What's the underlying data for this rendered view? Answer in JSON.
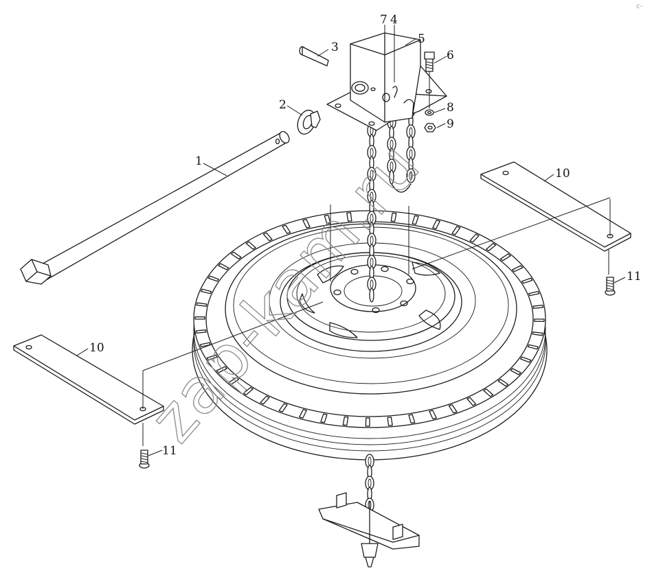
{
  "diagram": {
    "callouts": [
      {
        "id": "1",
        "label": "1"
      },
      {
        "id": "2",
        "label": "2"
      },
      {
        "id": "3",
        "label": "3"
      },
      {
        "id": "4",
        "label": "4"
      },
      {
        "id": "5",
        "label": "5"
      },
      {
        "id": "6",
        "label": "6"
      },
      {
        "id": "7",
        "label": "7"
      },
      {
        "id": "8",
        "label": "8"
      },
      {
        "id": "9",
        "label": "9"
      },
      {
        "id": "10a",
        "label": "10"
      },
      {
        "id": "10b",
        "label": "10"
      },
      {
        "id": "11a",
        "label": "11"
      },
      {
        "id": "11b",
        "label": "11"
      }
    ],
    "watermark": "zap-kam.ru",
    "corner_mark": "c-"
  },
  "colors": {
    "line": "#1a1a1a",
    "background": "#ffffff",
    "watermark": "#8a8a8a"
  }
}
